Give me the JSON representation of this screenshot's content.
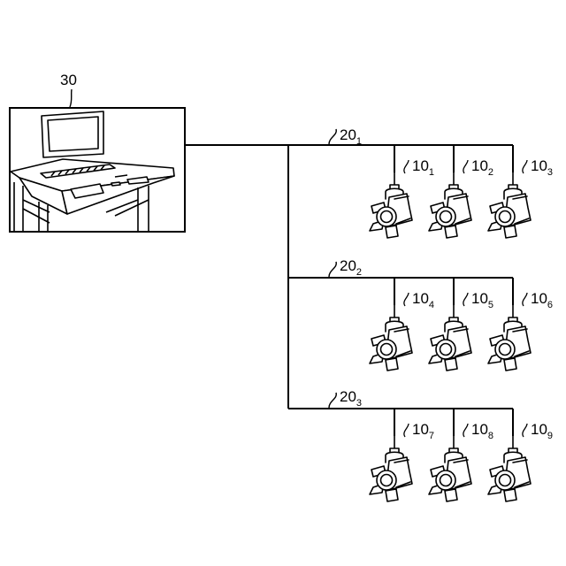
{
  "console": {
    "label": "30"
  },
  "buses": [
    {
      "base": "20",
      "sub": "1"
    },
    {
      "base": "20",
      "sub": "2"
    },
    {
      "base": "20",
      "sub": "3"
    }
  ],
  "fixtures": [
    {
      "base": "10",
      "sub": "1"
    },
    {
      "base": "10",
      "sub": "2"
    },
    {
      "base": "10",
      "sub": "3"
    },
    {
      "base": "10",
      "sub": "4"
    },
    {
      "base": "10",
      "sub": "5"
    },
    {
      "base": "10",
      "sub": "6"
    },
    {
      "base": "10",
      "sub": "7"
    },
    {
      "base": "10",
      "sub": "8"
    },
    {
      "base": "10",
      "sub": "9"
    }
  ]
}
